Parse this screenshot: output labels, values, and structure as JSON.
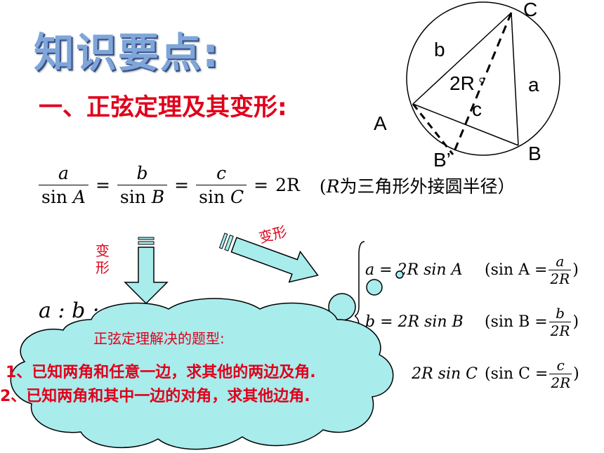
{
  "title": "知识要点:",
  "subtitle": "一、正弦定理及其变形:",
  "diagram": {
    "labels": {
      "C": "C",
      "b": "b",
      "a": "a",
      "R2": "2R",
      "c": "c",
      "A": "A",
      "B": "B",
      "Bp": "B’"
    }
  },
  "formula": {
    "num_a": "a",
    "num_b": "b",
    "num_c": "c",
    "den_a": "A",
    "den_b": "B",
    "den_c": "C",
    "sin": "sin",
    "eq": "=",
    "rhs": "2R",
    "note_open": "(",
    "note_R": "R",
    "note_text": "为三角形外接圆半径）"
  },
  "transform_label_1": "变形",
  "transform_label_2": "变形",
  "system": {
    "row1": {
      "left": "a = 2R sin A",
      "paren": "(sin A =",
      "num": "a",
      "den": "2R",
      "close": ")"
    },
    "row2": {
      "left": "b = 2R sin B",
      "paren": "(sin B =",
      "num": "b",
      "den": "2R",
      "close": ")"
    },
    "row3": {
      "left": "2R sin C",
      "paren": "(sin C =",
      "num": "c",
      "den": "2R",
      "close": ")"
    }
  },
  "ratio_partial": "a : b : c = s",
  "cloud": {
    "heading": "正弦定理解决的题型:",
    "line1": "1、已知两角和任意一边，求其他的两边及角.",
    "line2": "2、已知两角和其中一边的对角，求其他边角."
  },
  "colors": {
    "red": "#e0001b",
    "cloud_fill": "#a8ecec",
    "title_blue": "#7ea6d8"
  }
}
